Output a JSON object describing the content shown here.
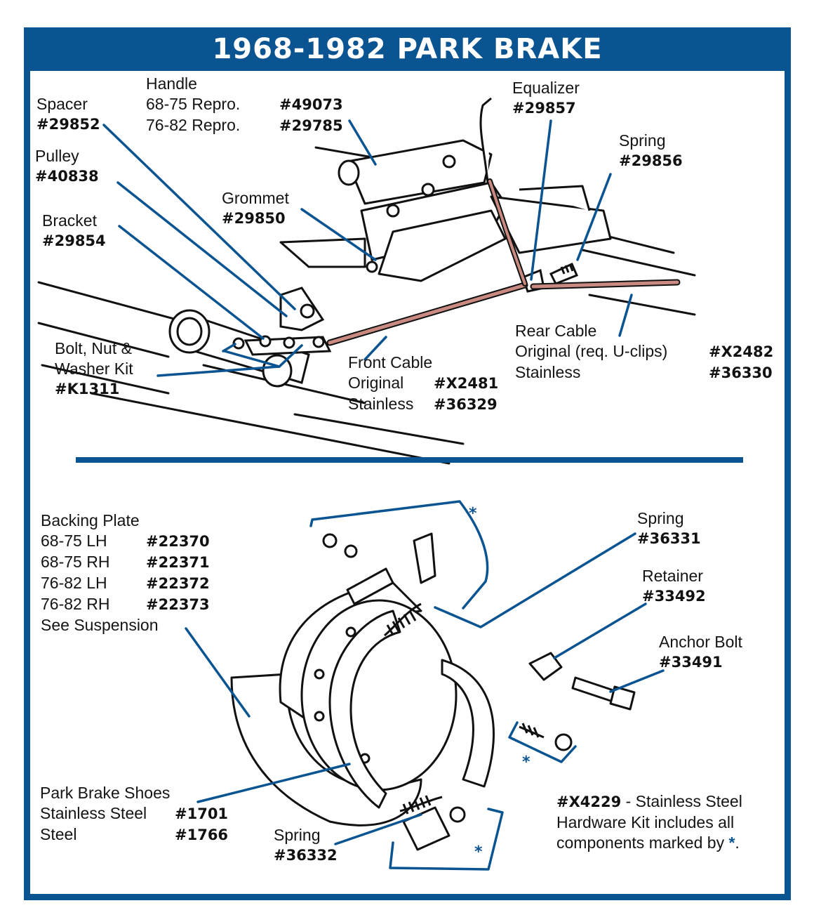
{
  "title": "1968-1982 PARK BRAKE",
  "labels": {
    "spacer": "Spacer",
    "spacer_num": "#29852",
    "handle": "Handle",
    "handle_r1_desc": "68-75 Repro.",
    "handle_r1_num": "#49073",
    "handle_r2_desc": "76-82 Repro.",
    "handle_r2_num": "#29785",
    "equalizer": "Equalizer",
    "equalizer_num": "#29857",
    "spring_top": "Spring",
    "spring_top_num": "#29856",
    "pulley": "Pulley",
    "pulley_num": "#40838",
    "grommet": "Grommet",
    "grommet_num": "#29850",
    "bracket": "Bracket",
    "bracket_num": "#29854",
    "rear_cable": "Rear Cable",
    "rear_original": "Original (req. U-clips)",
    "rear_original_num": "#X2482",
    "rear_stainless": "Stainless",
    "rear_stainless_num": "#36330",
    "bolt_kit_1": "Bolt, Nut &",
    "bolt_kit_2": "Washer Kit",
    "bolt_kit_num": "#K1311",
    "front_cable": "Front Cable",
    "front_original": "Original",
    "front_original_num": "#X2481",
    "front_stainless": "Stainless",
    "front_stainless_num": "#36329",
    "backing_plate": "Backing Plate",
    "bp_r1_desc": "68-75 LH",
    "bp_r1_num": "#22370",
    "bp_r2_desc": "68-75 RH",
    "bp_r2_num": "#22371",
    "bp_r3_desc": "76-82 LH",
    "bp_r3_num": "#22372",
    "bp_r4_desc": "76-82 RH",
    "bp_r4_num": "#22373",
    "see_suspension": "See Suspension",
    "spring_mid": "Spring",
    "spring_mid_num": "#36331",
    "retainer": "Retainer",
    "retainer_num": "#33492",
    "anchor_bolt": "Anchor Bolt",
    "anchor_bolt_num": "#33491",
    "shoes": "Park Brake Shoes",
    "shoes_ss_desc": "Stainless Steel",
    "shoes_ss_num": "#1701",
    "shoes_st_desc": "Steel",
    "shoes_st_num": "#1766",
    "spring_bottom": "Spring",
    "spring_bottom_num": "#36332",
    "kit_num": "#X4229",
    "kit_text_1": " - Stainless Steel",
    "kit_text_2": "Hardware Kit includes all",
    "kit_text_3": "components marked by ",
    "kit_star": "*",
    "kit_period": ".",
    "star": "*"
  },
  "colors": {
    "brand": "#0b5492",
    "cable": "#c98a82",
    "ink": "#111111"
  }
}
